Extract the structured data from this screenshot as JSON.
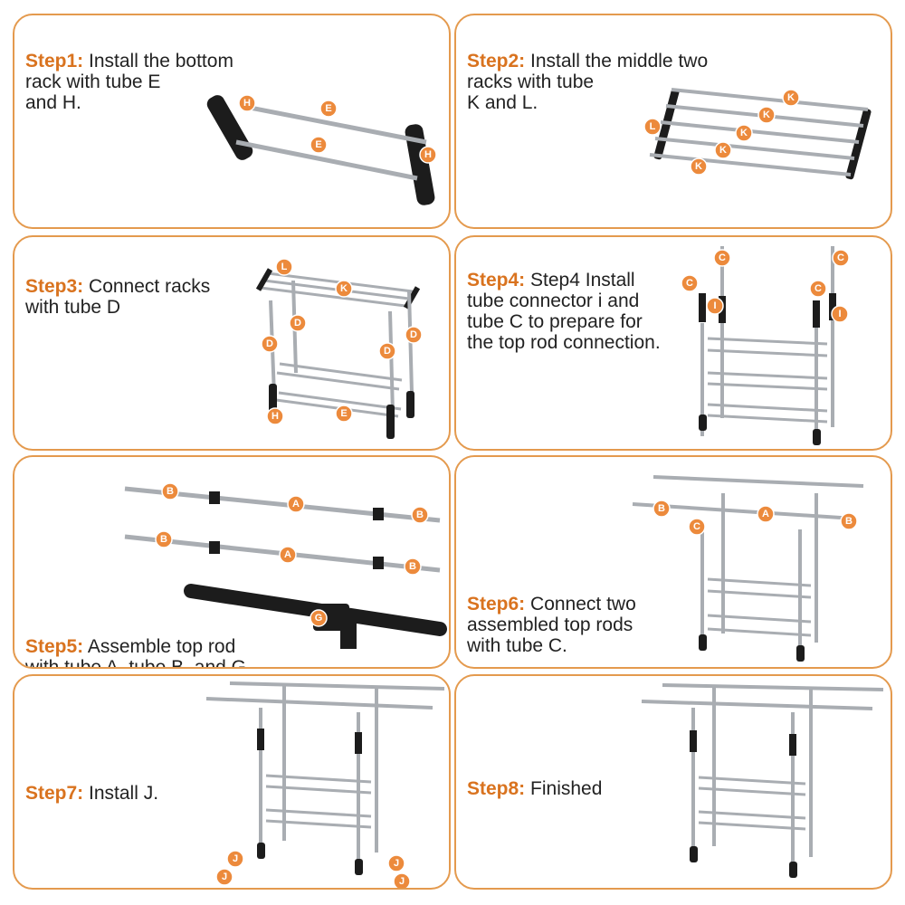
{
  "colors": {
    "accent": "#d9731f",
    "border": "#e49a4e",
    "badge": "#ec8a3c",
    "tube": "#a9adb2",
    "black": "#1c1c1c"
  },
  "steps": [
    {
      "label": "Step1:",
      "text": " Install the bottom\nrack with tube E\nand H.",
      "parts": [
        "H",
        "E",
        "E",
        "H"
      ]
    },
    {
      "label": "Step2:",
      "text": " Install the middle two\nracks with tube\nK and L.",
      "parts": [
        "K",
        "K",
        "K",
        "K",
        "K",
        "L"
      ]
    },
    {
      "label": "Step3:",
      "text": " Connect racks\nwith tube D",
      "parts": [
        "L",
        "K",
        "D",
        "D",
        "D",
        "D",
        "H",
        "E"
      ]
    },
    {
      "label": "Step4:",
      "text": " Step4 Install\ntube connector i and\ntube C to prepare for\nthe top rod connection.",
      "parts": [
        "C",
        "C",
        "C",
        "C",
        "I",
        "I"
      ]
    },
    {
      "label": "Step5:",
      "text": " Assemble top rod\nwith tube A, tube B, and G.",
      "parts": [
        "B",
        "A",
        "B",
        "B",
        "A",
        "B",
        "G"
      ]
    },
    {
      "label": "Step6:",
      "text": " Connect two\nassembled top rods\nwith tube C.",
      "parts": [
        "B",
        "A",
        "B",
        "C"
      ]
    },
    {
      "label": "Step7:",
      "text": " Install J.",
      "parts": [
        "J",
        "J",
        "J",
        "J"
      ]
    },
    {
      "label": "Step8:",
      "text": " Finished",
      "parts": []
    }
  ]
}
